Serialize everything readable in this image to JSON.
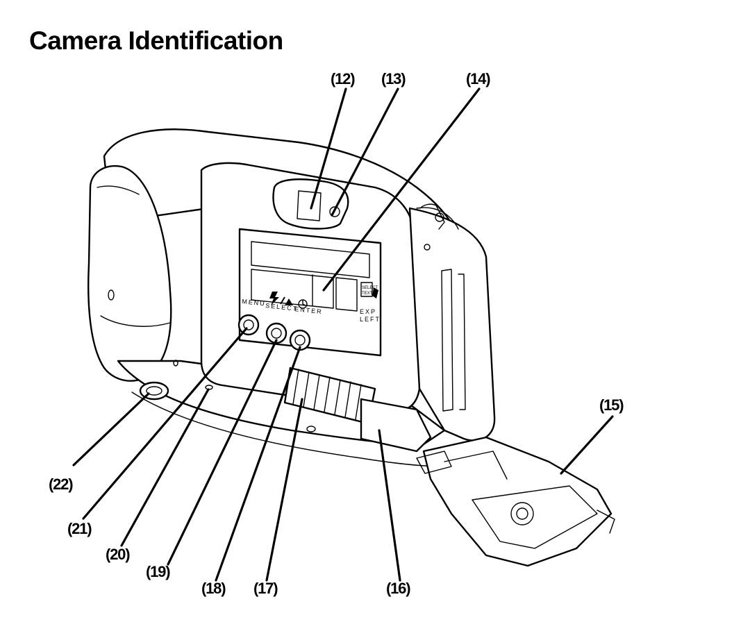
{
  "title": "Camera Identification",
  "callouts": {
    "c12": "(12)",
    "c13": "(13)",
    "c14": "(14)",
    "c15": "(15)",
    "c16": "(16)",
    "c17": "(17)",
    "c18": "(18)",
    "c19": "(19)",
    "c20": "(20)",
    "c21": "(21)",
    "c22": "(22)"
  },
  "camera_labels": {
    "menu": "MENU",
    "select": "SELECT",
    "enter": "ENTER",
    "exp": "EXP",
    "left": "LEFT",
    "select_text_1": "SELECT",
    "select_text_2": "TEXT"
  }
}
